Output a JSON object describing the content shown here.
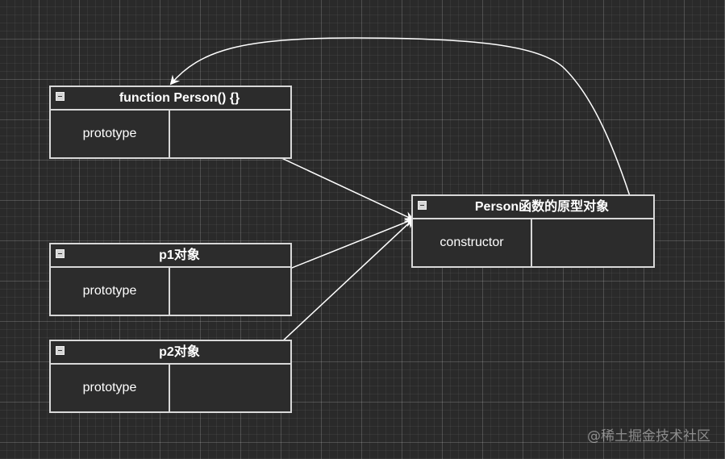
{
  "nodes": {
    "person_function": {
      "title": "function Person() {}",
      "field": "prototype"
    },
    "person_prototype": {
      "title": "Person函数的原型对象",
      "field": "constructor"
    },
    "p1": {
      "title": "p1对象",
      "field": "prototype"
    },
    "p2": {
      "title": "p2对象",
      "field": "prototype"
    }
  },
  "watermark": "@稀土掘金技术社区",
  "colors": {
    "background": "#2a2a2a",
    "line": "#ffffff",
    "border": "#d8d8d8"
  }
}
